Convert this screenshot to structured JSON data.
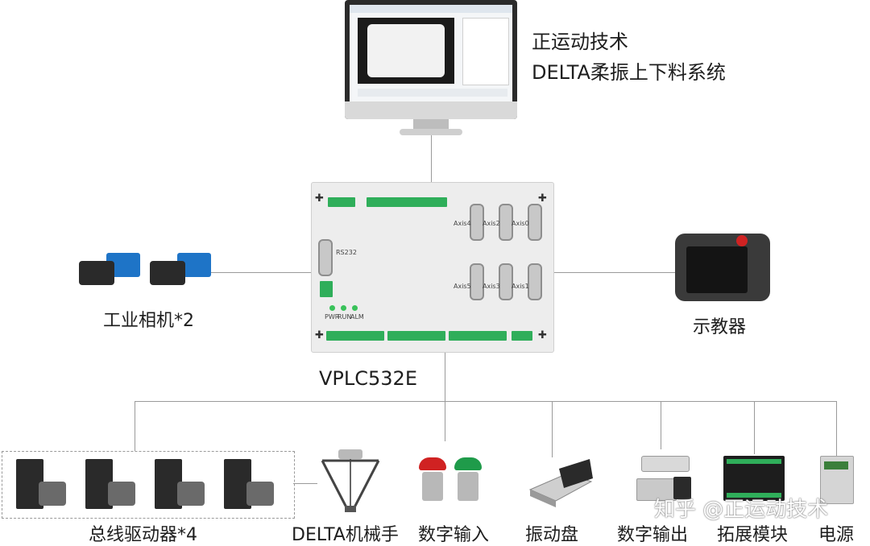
{
  "diagram": {
    "hmi_title_line1": "正运动技术",
    "hmi_title_line2": "DELTA柔振上下料系统",
    "controller_label": "VPLC532E",
    "camera_label": "工业相机*2",
    "pendant_label": "示教器",
    "bottom_labels": [
      "总线驱动器*4",
      "DELTA机械手",
      "数字输入",
      "振动盘",
      "数字输出",
      "拓展模块",
      "电源"
    ],
    "controller_ports": {
      "rs232": "RS232",
      "axes": [
        "Axis4",
        "Axis2",
        "Axis0",
        "Axis5",
        "Axis3",
        "Axis1"
      ],
      "leds": [
        "PWR",
        "RUN",
        "ALM"
      ]
    },
    "watermark": "知乎 @正运动技术"
  },
  "colors": {
    "accent_green": "#2fae5a",
    "camera_blue": "#1e74c7",
    "stop_red": "#d02222",
    "line_gray": "#9a9a9a"
  }
}
